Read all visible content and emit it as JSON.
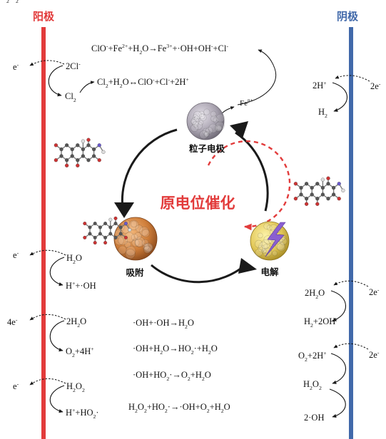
{
  "header": {
    "anode_label": "阳极",
    "cathode_label": "阴极"
  },
  "colors": {
    "anode": "#e23b3b",
    "cathode": "#4169aa",
    "center_text": "#e23b3b",
    "dash": "#e23b3b",
    "cycle_arrow": "#1a1a1a"
  },
  "center": {
    "label": "原电位催化"
  },
  "particles": {
    "particle_electrode": "粒子电极",
    "adsorption": "吸附",
    "electrolysis": "电解",
    "fe_label": {
      "main": "Fe",
      "sup": "n+"
    }
  },
  "top_equations": [
    {
      "parts": [
        [
          "n",
          "ClO"
        ],
        [
          "p",
          "-"
        ],
        [
          "n",
          "+Fe"
        ],
        [
          "p",
          "2+"
        ],
        [
          "n",
          "+H"
        ],
        [
          "b",
          "2"
        ],
        [
          "n",
          "O→Fe"
        ],
        [
          "p",
          "3+"
        ],
        [
          "n",
          "+·OH+OH"
        ],
        [
          "p",
          "-"
        ],
        [
          "n",
          "+Cl"
        ],
        [
          "p",
          "-"
        ]
      ]
    },
    {
      "parts": [
        [
          "n",
          "Cl"
        ],
        [
          "b",
          "2"
        ],
        [
          "n",
          "+H"
        ],
        [
          "b",
          "2"
        ],
        [
          "n",
          "O↔ClO"
        ],
        [
          "p",
          "-"
        ],
        [
          "n",
          "+Cl"
        ],
        [
          "p",
          "-"
        ],
        [
          "n",
          "+2H"
        ],
        [
          "p",
          "+"
        ]
      ]
    }
  ],
  "anode_reactions": [
    {
      "electron": {
        "parts": [
          [
            "n",
            "e"
          ],
          [
            "p",
            "-"
          ]
        ]
      },
      "reactant": {
        "parts": [
          [
            "n",
            "2Cl"
          ],
          [
            "p",
            "-"
          ]
        ]
      },
      "product": {
        "parts": [
          [
            "n",
            "Cl"
          ],
          [
            "b",
            "2"
          ]
        ]
      }
    },
    {
      "electron": {
        "parts": [
          [
            "n",
            "e"
          ],
          [
            "p",
            "-"
          ]
        ]
      },
      "reactant": {
        "parts": [
          [
            "n",
            "H"
          ],
          [
            "b",
            "2"
          ],
          [
            "n",
            "O"
          ]
        ]
      },
      "product": {
        "parts": [
          [
            "n",
            "H"
          ],
          [
            "p",
            "+"
          ],
          [
            "n",
            "+·OH"
          ]
        ]
      }
    },
    {
      "electron": {
        "parts": [
          [
            "n",
            "4e"
          ],
          [
            "p",
            "-"
          ]
        ]
      },
      "reactant": {
        "parts": [
          [
            "n",
            "2H"
          ],
          [
            "b",
            "2"
          ],
          [
            "n",
            "O"
          ]
        ]
      },
      "product": {
        "parts": [
          [
            "n",
            "O"
          ],
          [
            "b",
            "2"
          ],
          [
            "n",
            "+4H"
          ],
          [
            "p",
            "+"
          ]
        ]
      }
    },
    {
      "electron": {
        "parts": [
          [
            "n",
            "e"
          ],
          [
            "p",
            "-"
          ]
        ]
      },
      "reactant": {
        "parts": [
          [
            "n",
            "H"
          ],
          [
            "b",
            "2"
          ],
          [
            "n",
            "O"
          ],
          [
            "b",
            "2"
          ]
        ]
      },
      "product": {
        "parts": [
          [
            "n",
            "H"
          ],
          [
            "p",
            "+"
          ],
          [
            "n",
            "+HO"
          ],
          [
            "b",
            "2"
          ],
          [
            "n",
            "·"
          ]
        ]
      }
    }
  ],
  "cathode_reactions": [
    {
      "electron": {
        "parts": [
          [
            "n",
            "2e"
          ],
          [
            "p",
            "-"
          ]
        ]
      },
      "reactant": {
        "parts": [
          [
            "n",
            "2H"
          ],
          [
            "p",
            "+"
          ]
        ]
      },
      "product": {
        "parts": [
          [
            "n",
            "H"
          ],
          [
            "b",
            "2"
          ]
        ]
      }
    },
    {
      "electron": {
        "parts": [
          [
            "n",
            "2e"
          ],
          [
            "p",
            "-"
          ]
        ]
      },
      "reactant": {
        "parts": [
          [
            "n",
            "2H"
          ],
          [
            "b",
            "2"
          ],
          [
            "n",
            "O"
          ]
        ]
      },
      "product": {
        "parts": [
          [
            "n",
            "H"
          ],
          [
            "b",
            "2"
          ],
          [
            "n",
            "+2OH"
          ],
          [
            "p",
            "-"
          ]
        ]
      }
    },
    {
      "electron": {
        "parts": [
          [
            "n",
            "2e"
          ],
          [
            "p",
            "-"
          ]
        ]
      },
      "reactant": {
        "parts": [
          [
            "n",
            "O"
          ],
          [
            "b",
            "2"
          ],
          [
            "n",
            "+2H"
          ],
          [
            "p",
            "+"
          ]
        ]
      },
      "product": {
        "parts": [
          [
            "n",
            "H"
          ],
          [
            "b",
            "2"
          ],
          [
            "n",
            "O"
          ],
          [
            "b",
            "2"
          ]
        ]
      }
    },
    {
      "electron": null,
      "reactant": {
        "parts": [
          [
            "n",
            "H"
          ],
          [
            "b",
            "2"
          ],
          [
            "n",
            "O"
          ],
          [
            "b",
            "2"
          ]
        ]
      },
      "product": {
        "parts": [
          [
            "n",
            "2·OH"
          ]
        ]
      }
    }
  ],
  "radical_reactions": [
    {
      "parts": [
        [
          "n",
          "·OH+·OH→H"
        ],
        [
          "b",
          "2"
        ],
        [
          "n",
          "O"
        ]
      ]
    },
    {
      "parts": [
        [
          "n",
          "·OH+H"
        ],
        [
          "b",
          "2"
        ],
        [
          "n",
          "O→HO"
        ],
        [
          "b",
          "2"
        ],
        [
          "n",
          "·+H"
        ],
        [
          "b",
          "2"
        ],
        [
          "n",
          "O"
        ]
      ]
    },
    {
      "parts": [
        [
          "n",
          "·OH+HO"
        ],
        [
          "b",
          "2"
        ],
        [
          "n",
          "·→O"
        ],
        [
          "b",
          "2"
        ],
        [
          "n",
          "+H"
        ],
        [
          "b",
          "2"
        ],
        [
          "n",
          "O"
        ]
      ]
    },
    {
      "parts": [
        [
          "n",
          "H"
        ],
        [
          "b",
          "2"
        ],
        [
          "n",
          "O"
        ],
        [
          "b",
          "2"
        ],
        [
          "n",
          "+HO"
        ],
        [
          "b",
          "2"
        ],
        [
          "n",
          "·→·OH+O"
        ],
        [
          "b",
          "2"
        ],
        [
          "n",
          "+H"
        ],
        [
          "b",
          "2"
        ],
        [
          "n",
          "O"
        ]
      ]
    }
  ]
}
